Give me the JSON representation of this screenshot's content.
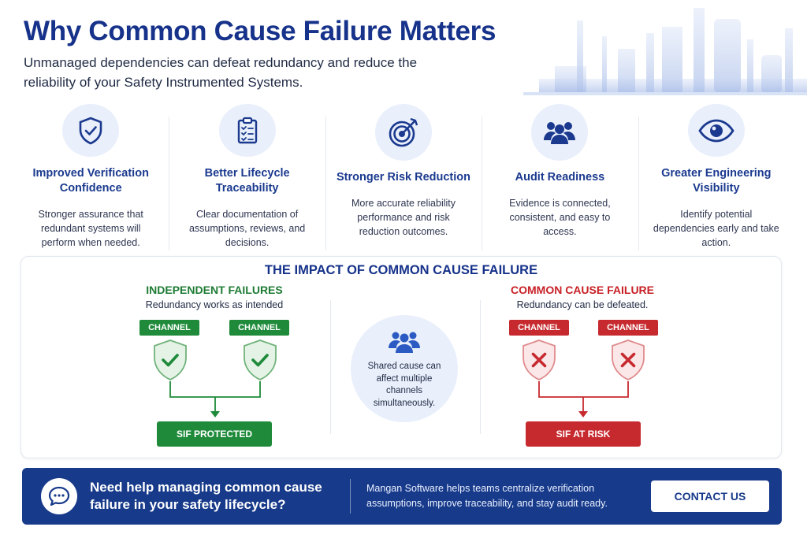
{
  "header": {
    "title": "Why Common Cause Failure Matters",
    "subtitle": "Unmanaged dependencies can defeat redundancy and reduce the reliability of your Safety Instrumented Systems."
  },
  "features": [
    {
      "icon": "shield-check-icon",
      "title": "Improved Verification Confidence",
      "desc": "Stronger assurance that redundant systems will perform when needed."
    },
    {
      "icon": "clipboard-checklist-icon",
      "title": "Better Lifecycle Traceability",
      "desc": "Clear documentation of assumptions, reviews, and decisions."
    },
    {
      "icon": "target-icon",
      "title": "Stronger Risk Reduction",
      "desc": "More accurate reliability performance and risk reduction outcomes."
    },
    {
      "icon": "team-icon",
      "title": "Audit Readiness",
      "desc": "Evidence is connected, consistent, and easy to access."
    },
    {
      "icon": "eye-icon",
      "title": "Greater Engineering Visibility",
      "desc": "Identify potential dependencies early and take action."
    }
  ],
  "impact": {
    "title": "THE IMPACT OF COMMON CAUSE FAILURE",
    "independent": {
      "title": "INDEPENDENT FAILURES",
      "subtitle": "Redundancy works as intended",
      "channels": [
        "CHANNEL 1",
        "CHANNEL 2"
      ],
      "result": "SIF PROTECTED"
    },
    "shared": {
      "text": "Shared cause can affect multiple channels simultaneously."
    },
    "common": {
      "title": "COMMON CAUSE FAILURE",
      "subtitle": "Redundancy can be defeated.",
      "channels": [
        "CHANNEL 1",
        "CHANNEL 2"
      ],
      "result": "SIF AT RISK"
    }
  },
  "cta": {
    "heading": "Need help managing common cause failure in your safety lifecycle?",
    "description": "Mangan Software helps teams centralize verification assumptions, improve traceability, and stay audit ready.",
    "button": "CONTACT US"
  },
  "colors": {
    "brand_blue": "#16328a",
    "cta_blue": "#173a8a",
    "green": "#1e8a3a",
    "red": "#c62a2f",
    "icon_bg": "#e9effb"
  }
}
